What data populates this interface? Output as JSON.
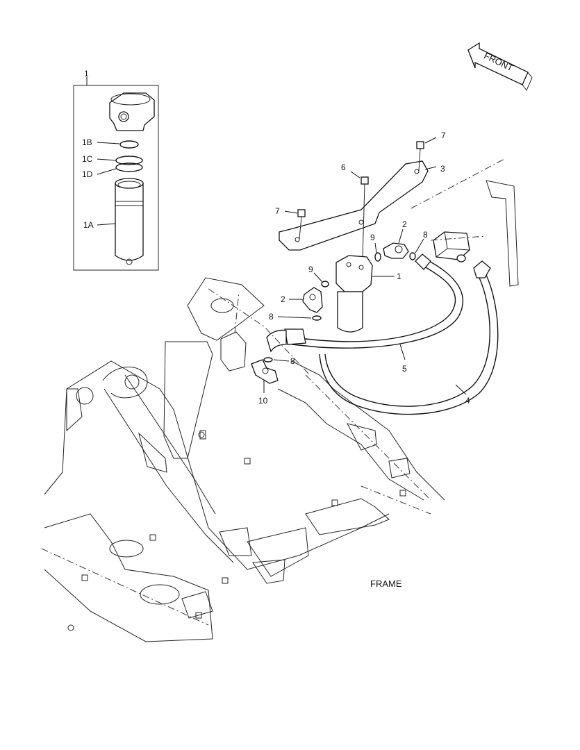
{
  "front_label": "FRONT",
  "frame_label": "FRAME",
  "callouts": {
    "c1_top": "1",
    "c1b": "1B",
    "c1c": "1C",
    "c1d": "1D",
    "c1a": "1A",
    "c7_top": "7",
    "c6": "6",
    "c3": "3",
    "c7_left": "7",
    "c2_right": "2",
    "c8_right": "8",
    "c9_right": "9",
    "c9_left": "9",
    "c1_filter": "1",
    "c2_left": "2",
    "c8_left": "8",
    "c8_tee": "8",
    "c10": "10",
    "c5": "5",
    "c4": "4"
  }
}
